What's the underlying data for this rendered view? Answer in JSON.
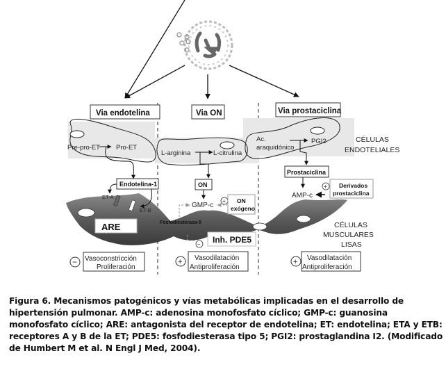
{
  "pathways": {
    "endothelin": {
      "title": "Via  endotelina",
      "precursor": "Pre-pro-ET",
      "intermediate": "Pro-ET",
      "product": "Endotelina-1",
      "receptor_a": "ET-A",
      "receptor_b": "ET-B",
      "drug": "ARE",
      "effect_sign": "−",
      "effect_line1": "Vasoconstricción",
      "effect_line2": "Proliferación"
    },
    "no": {
      "title": "Via ON",
      "substrate": "L-arginina",
      "byproduct": "L-citrulina",
      "product": "ON",
      "second_messenger": "GMP-c",
      "exogenous_line1": "ON",
      "exogenous_line2": "exógeno",
      "exogenous_sign": "+",
      "enzyme": "Fosfodiesterasa-5",
      "inhibitor": "Inh. PDE5",
      "inhibitor_sign": "−",
      "effect_sign": "+",
      "effect_line1": "Vasodilatación",
      "effect_line2": "Antiproliferación"
    },
    "prostacyclin": {
      "title": "Via prostaciclina",
      "substrate_line1": "Ac.",
      "substrate_line2": "araquidónico",
      "intermediate": "PGI2",
      "product": "Prostaciclina",
      "second_messenger": "AMP-c",
      "derivatives_line1": "Derivados",
      "derivatives_line2": "prostaciclina",
      "derivatives_sign": "+",
      "effect_sign": "+",
      "effect_line1": "Vasodilatación",
      "effect_line2": "Antiproliferación"
    }
  },
  "cell_labels": {
    "endothelial_line1": "CÉLULAS",
    "endothelial_line2": "ENDOTELIALES",
    "muscle_line1": "CÉLULAS",
    "muscle_line2": "MUSCULARES",
    "muscle_line3": "LISAS"
  },
  "caption": "Figura 6. Mecanismos patogénicos y vías metabólicas implicadas en el desarrollo de hipertensión pulmonar. AMP-c: adenosina monofosfato cíclico; GMP-c: guanosina monofosfato cíclico; ARE: antagonista del receptor de endotelina; ET: endotelina; ETA y ETB: receptores A y B de la ET; PDE5: fosfodiesterasa tipo 5; PGI2: prostaglandina I2. (Modificado de Humbert M et al. N Engl J Med, 2004)."
}
